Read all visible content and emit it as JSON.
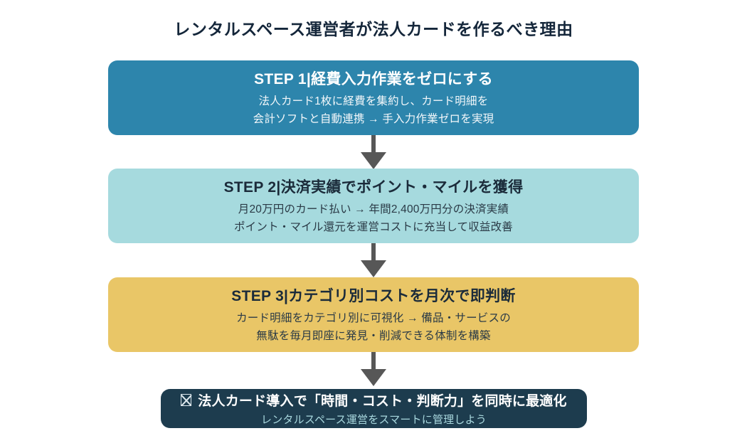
{
  "title": "レンタルスペース運営者が法人カードを作るべき理由",
  "colors": {
    "step1_bg": "#2d85ac",
    "step2_bg": "#a6dade",
    "step3_bg": "#e9c667",
    "conclusion_bg": "#1d3c4e",
    "arrow": "#575757",
    "title_text": "#14263a",
    "conclusion_sub_text": "#a9d8de"
  },
  "steps": [
    {
      "heading": "STEP 1|経費入力作業をゼロにする",
      "lines": [
        "法人カード1枚に経費を集約し、カード明細を",
        "会計ソフトと自動連携 → 手入力作業ゼロを実現"
      ]
    },
    {
      "heading": "STEP 2|決済実績でポイント・マイルを獲得",
      "lines": [
        "月20万円のカード払い → 年間2,400万円分の決済実績",
        "ポイント・マイル還元を運営コストに充当して収益改善"
      ]
    },
    {
      "heading": "STEP 3|カテゴリ別コストを月次で即判断",
      "lines": [
        "カード明細をカテゴリ別に可視化 → 備品・サービスの",
        "無駄を毎月即座に発見・削減できる体制を構築"
      ]
    }
  ],
  "conclusion": {
    "icon": "missing-glyph-box",
    "main": "法人カード導入で「時間・コスト・判断力」を同時に最適化",
    "sub": "レンタルスペース運営をスマートに管理しよう"
  }
}
